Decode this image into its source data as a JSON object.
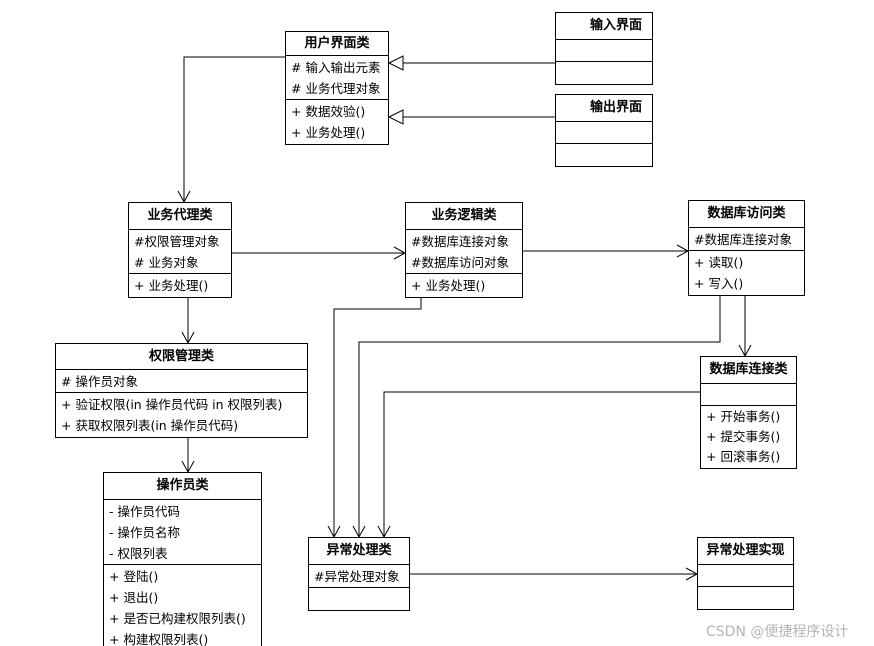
{
  "classes": {
    "user_ui": {
      "name": "用户界面类",
      "attributes": [
        "# 输入输出元素",
        "# 业务代理对象"
      ],
      "methods": [
        "+ 数据效验()",
        "+ 业务处理()"
      ]
    },
    "input_ui": {
      "name": "输入界面",
      "attributes": [],
      "methods": []
    },
    "output_ui": {
      "name": "输出界面",
      "attributes": [],
      "methods": []
    },
    "biz_proxy": {
      "name": "业务代理类",
      "attributes": [
        "#权限管理对象",
        "# 业务对象"
      ],
      "methods": [
        "+ 业务处理()"
      ]
    },
    "biz_logic": {
      "name": "业务逻辑类",
      "attributes": [
        "#数据库连接对象",
        "#数据库访问对象"
      ],
      "methods": [
        "+ 业务处理()"
      ]
    },
    "db_access": {
      "name": "数据库访问类",
      "attributes": [
        "#数据库连接对象"
      ],
      "methods": [
        "+ 读取()",
        "+ 写入()"
      ]
    },
    "perm_mgr": {
      "name": "权限管理类",
      "attributes": [
        "# 操作员对象"
      ],
      "methods": [
        "+ 验证权限(in 操作员代码 in 权限列表)",
        "+ 获取权限列表(in 操作员代码)"
      ]
    },
    "db_conn": {
      "name": "数据库连接类",
      "attributes": [],
      "methods": [
        "+ 开始事务()",
        "+ 提交事务()",
        "+ 回滚事务()"
      ]
    },
    "operator": {
      "name": "操作员类",
      "attributes": [
        "- 操作员代码",
        "- 操作员名称",
        "- 权限列表"
      ],
      "methods": [
        "+ 登陆()",
        "+ 退出()",
        "+ 是否已构建权限列表()",
        "+ 构建权限列表()"
      ]
    },
    "exception": {
      "name": "异常处理类",
      "attributes": [
        "#异常处理对象"
      ],
      "methods": []
    },
    "exception_impl": {
      "name": "异常处理实现",
      "attributes": [],
      "methods": []
    }
  },
  "relations": [
    {
      "from": "input_ui",
      "to": "user_ui",
      "kind": "generalization"
    },
    {
      "from": "output_ui",
      "to": "user_ui",
      "kind": "generalization"
    },
    {
      "from": "user_ui",
      "to": "biz_proxy",
      "kind": "association"
    },
    {
      "from": "biz_proxy",
      "to": "biz_logic",
      "kind": "association"
    },
    {
      "from": "biz_logic",
      "to": "db_access",
      "kind": "association"
    },
    {
      "from": "biz_proxy",
      "to": "perm_mgr",
      "kind": "association"
    },
    {
      "from": "perm_mgr",
      "to": "operator",
      "kind": "association"
    },
    {
      "from": "db_access",
      "to": "db_conn",
      "kind": "association"
    },
    {
      "from": "biz_logic",
      "to": "exception",
      "kind": "association"
    },
    {
      "from": "db_access",
      "to": "exception",
      "kind": "association"
    },
    {
      "from": "db_conn",
      "to": "exception",
      "kind": "association"
    },
    {
      "from": "exception",
      "to": "exception_impl",
      "kind": "association"
    }
  ],
  "watermark": "CSDN @便捷程序设计"
}
